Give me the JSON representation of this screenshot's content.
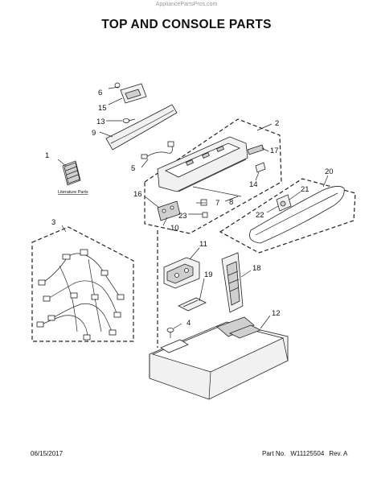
{
  "header": {
    "watermark": "AppliancePartsPros.com",
    "title": "TOP AND CONSOLE PARTS"
  },
  "callouts": [
    {
      "id": "c1",
      "label": "1"
    },
    {
      "id": "c2",
      "label": "2"
    },
    {
      "id": "c3",
      "label": "3"
    },
    {
      "id": "c4",
      "label": "4"
    },
    {
      "id": "c5",
      "label": "5"
    },
    {
      "id": "c6",
      "label": "6"
    },
    {
      "id": "c7",
      "label": "7"
    },
    {
      "id": "c8",
      "label": "8"
    },
    {
      "id": "c9",
      "label": "9"
    },
    {
      "id": "c10",
      "label": "10"
    },
    {
      "id": "c11",
      "label": "11"
    },
    {
      "id": "c12",
      "label": "12"
    },
    {
      "id": "c13",
      "label": "13"
    },
    {
      "id": "c14",
      "label": "14"
    },
    {
      "id": "c15",
      "label": "15"
    },
    {
      "id": "c16",
      "label": "16"
    },
    {
      "id": "c17",
      "label": "17"
    },
    {
      "id": "c18",
      "label": "18"
    },
    {
      "id": "c19",
      "label": "19"
    },
    {
      "id": "c20",
      "label": "20"
    },
    {
      "id": "c21",
      "label": "21"
    },
    {
      "id": "c22",
      "label": "22"
    },
    {
      "id": "c23",
      "label": "23"
    }
  ],
  "literature_label": "Literature Parts",
  "footer": {
    "date": "06/15/2017",
    "part_label": "Part No.",
    "part_number": "W11125504",
    "revision": "Rev. A"
  }
}
